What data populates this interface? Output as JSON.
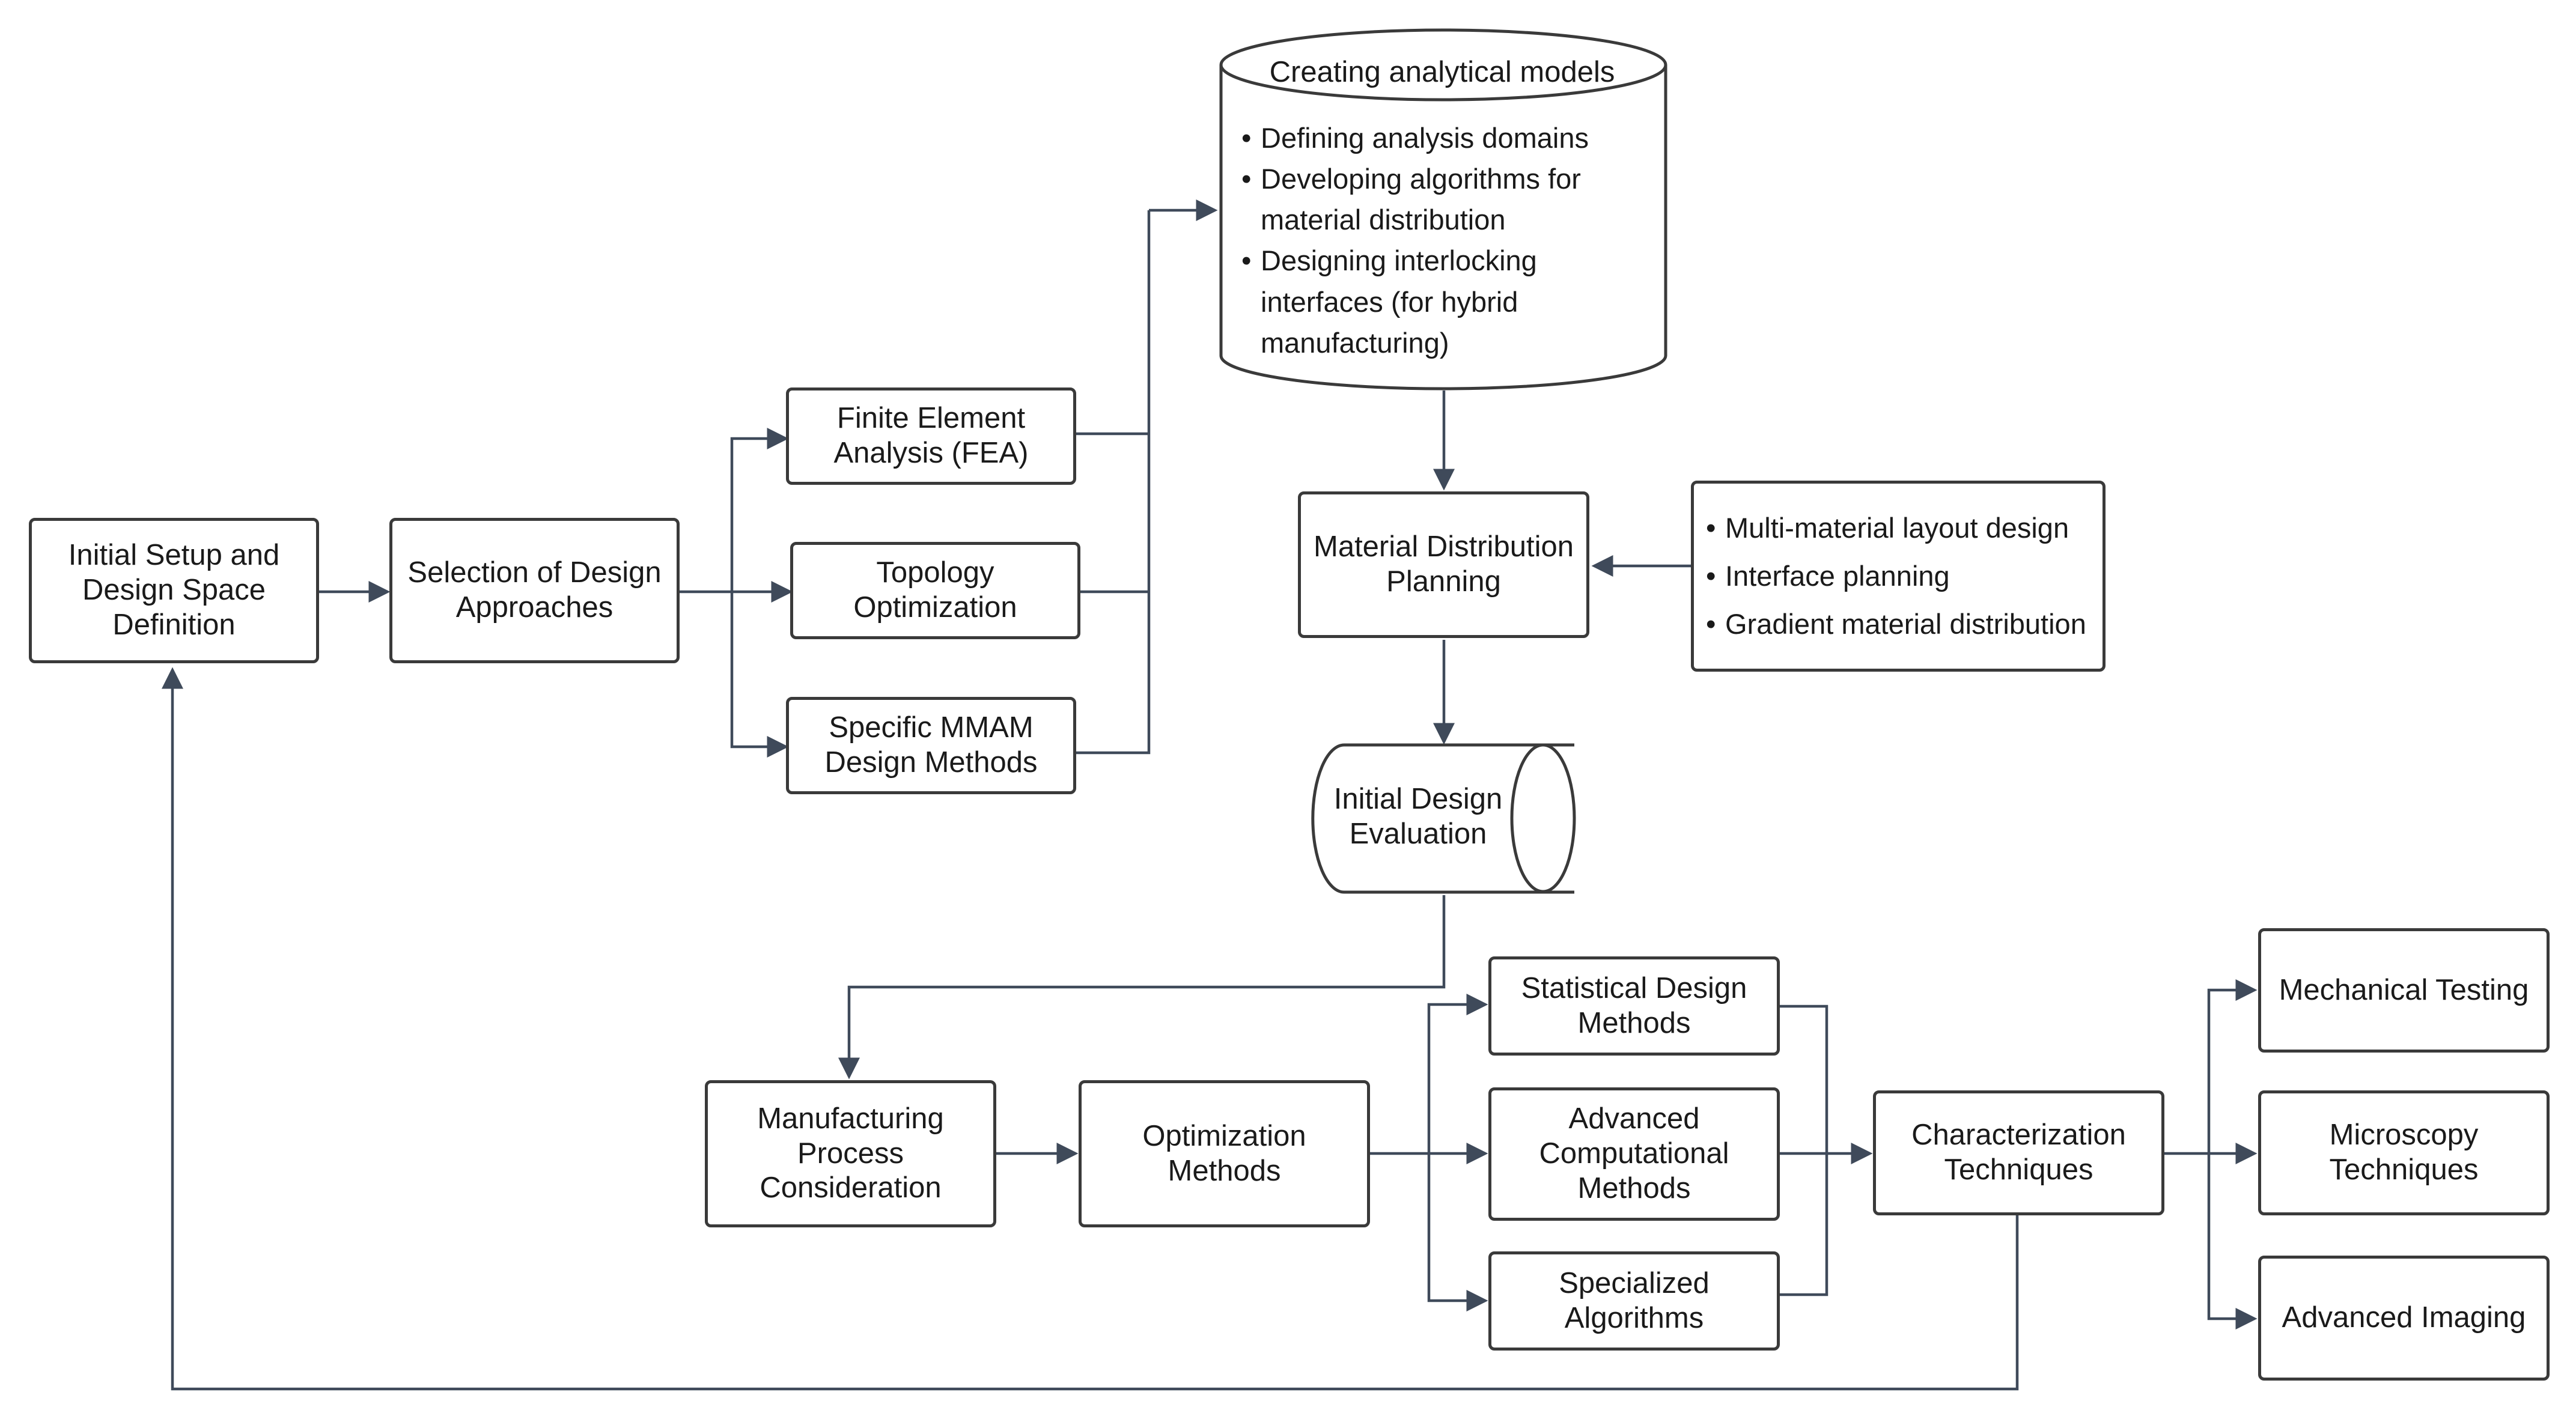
{
  "nodes": {
    "initial_setup": "Initial Setup and\nDesign Space\nDefinition",
    "selection": "Selection of Design\nApproaches",
    "fea": "Finite Element\nAnalysis (FEA)",
    "topology": "Topology\nOptimization",
    "mmam": "Specific MMAM\nDesign Methods",
    "analytical_models": {
      "title": "Creating analytical models",
      "bullets": [
        "Defining analysis domains",
        "Developing algorithms for\nmaterial distribution",
        "Designing interlocking\ninterfaces (for hybrid\nmanufacturing)"
      ]
    },
    "material_distribution": "Material Distribution\nPlanning",
    "material_notes": [
      "Multi-material layout design",
      "Interface planning",
      "Gradient material distribution"
    ],
    "initial_evaluation": "Initial Design\nEvaluation",
    "manufacturing": "Manufacturing\nProcess\nConsideration",
    "optimization": "Optimization\nMethods",
    "statistical": "Statistical Design\nMethods",
    "advanced_computational": "Advanced\nComputational\nMethods",
    "specialized": "Specialized\nAlgorithms",
    "characterization": "Characterization\nTechniques",
    "mechanical_testing": "Mechanical Testing",
    "microscopy": "Microscopy\nTechniques",
    "advanced_imaging": "Advanced Imaging"
  },
  "colors": {
    "border": "#3a3a3a",
    "connector": "#3f4a5a",
    "background": "#ffffff"
  }
}
